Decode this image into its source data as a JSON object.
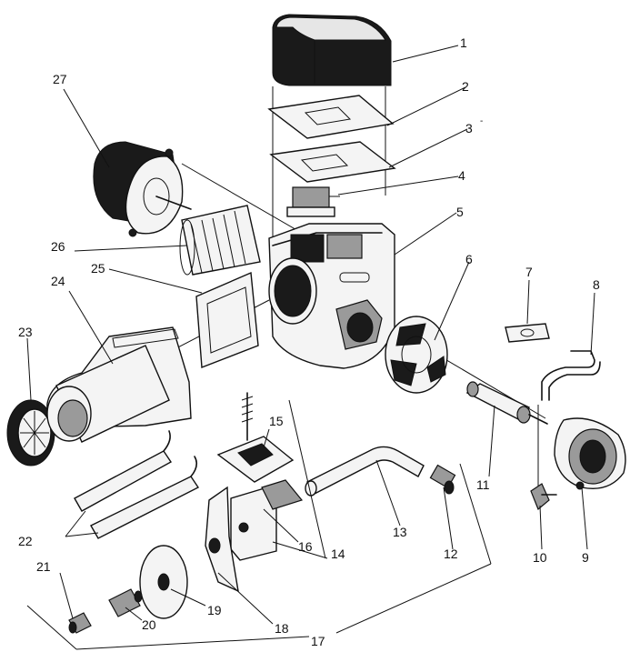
{
  "diagram": {
    "callouts": [
      {
        "id": "1",
        "label": "1"
      },
      {
        "id": "2",
        "label": "2"
      },
      {
        "id": "3",
        "label": "3"
      },
      {
        "id": "4",
        "label": "4"
      },
      {
        "id": "5",
        "label": "5"
      },
      {
        "id": "6",
        "label": "6"
      },
      {
        "id": "7",
        "label": "7"
      },
      {
        "id": "8",
        "label": "8"
      },
      {
        "id": "9",
        "label": "9"
      },
      {
        "id": "10",
        "label": "10"
      },
      {
        "id": "11",
        "label": "11"
      },
      {
        "id": "12",
        "label": "12"
      },
      {
        "id": "13",
        "label": "13"
      },
      {
        "id": "14",
        "label": "14"
      },
      {
        "id": "15",
        "label": "15"
      },
      {
        "id": "16",
        "label": "16"
      },
      {
        "id": "17",
        "label": "17"
      },
      {
        "id": "18",
        "label": "18"
      },
      {
        "id": "19",
        "label": "19"
      },
      {
        "id": "20",
        "label": "20"
      },
      {
        "id": "21",
        "label": "21"
      },
      {
        "id": "22",
        "label": "22"
      },
      {
        "id": "23",
        "label": "23"
      },
      {
        "id": "24",
        "label": "24"
      },
      {
        "id": "25",
        "label": "25"
      },
      {
        "id": "26",
        "label": "26"
      },
      {
        "id": "27",
        "label": "27"
      }
    ]
  }
}
